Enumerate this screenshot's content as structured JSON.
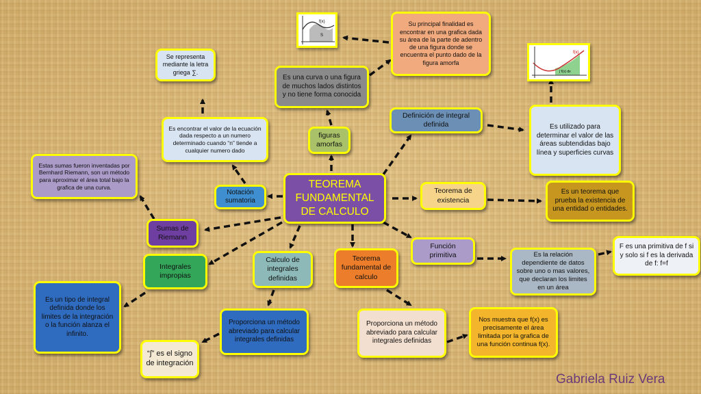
{
  "author": "Gabriela Ruiz Vera",
  "nodes": {
    "main": "TEOREMA FUNDAMENTAL DE CALCULO",
    "notacion_sumatoria": "Notación sumatoria",
    "notacion_def": "Es encontrar el valor de la ecuación dada respecto a un numero determinado cuando “n” tiende a cualquier numero dado",
    "sigma": "Se representa mediante la letra griega ∑.",
    "figuras_amorfas": "figuras amorfas",
    "curva": "Es una curva o una figura de muchos lados distintos y no tiene forma conocida",
    "finalidad": "Su principal finalidad es encontrar en una grafica dada su área de la parte de adentro de una figura donde se encuentra el punto dado de la figura amorfa",
    "definicion": "Definición de integral definida",
    "utilizado": "Es  utilizado para determinar el valor de las áreas subtendidas bajo línea y superficies curvas",
    "teorema_existencia": "Teorema de existencia",
    "existencia_def": "Es un teorema que prueba la existencia de una entidad o entidades.",
    "funcion_primitiva": "Función primitiva",
    "relacion": "Es la relación dependiente de datos sobre uno o mas valores, que declaran los limites en un área",
    "primitiva_f": "F es una primitiva de f si y solo si f es la derivada de f: f=f",
    "teorema_fundamental": "Teorema fundamental de calculo",
    "proporciona2": "Proporciona un método abreviado para calcular integrales definidas",
    "nos_muestra": "Nos muestra que f(x) es precisamente el área limitada por la grafica de una función continua f(x).",
    "calculo_integrales": "Calculo de integrales definidas",
    "proporciona1": "Proporciona un método abreviado para calcular integrales definidas",
    "signo": "“∫” es el signo de integración",
    "integrales_impropias": "Integrales impropias",
    "tipo_integral": "Es un tipo de integral definida donde los limites de la integración o la función alanza  el infinito.",
    "sumas_riemann": "Sumas de Riemann",
    "riemann_def": "Estas sumas fueron inventadas por Bernhard Riemann, son un método para aproximar el área total bajo la grafica de una curva."
  },
  "thumb1": {
    "label_fx": "f(x)",
    "label_s": "S"
  },
  "thumb2": {
    "label_fx": "f(x)",
    "label_int": "∫ f(x) dx"
  },
  "colors": {
    "border": "#ffff00",
    "main_fill": "#7b4fa5",
    "main_text": "#ffff00",
    "arrow": "#111111"
  }
}
